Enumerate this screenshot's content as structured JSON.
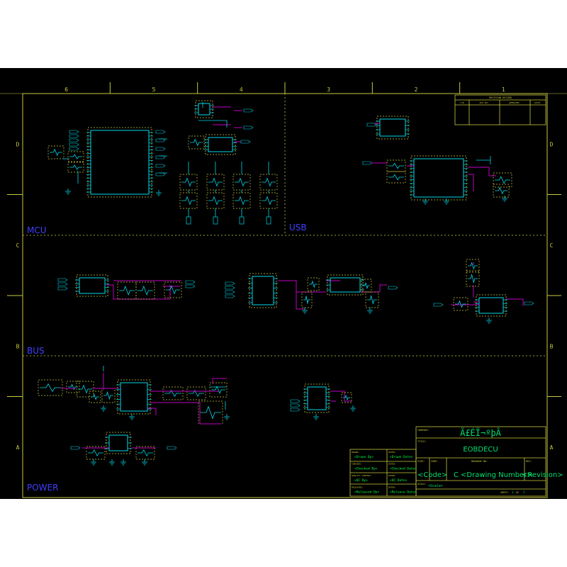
{
  "colors": {
    "background": "#000000",
    "frame": "#c8c840",
    "component": "#00d8e8",
    "wire": "#c000c0",
    "text_green": "#00ff40",
    "title_text": "#00e070",
    "divider": "#a0a030"
  },
  "sheet": {
    "col_zones": [
      "6",
      "5",
      "4",
      "3",
      "2",
      "1"
    ],
    "row_zones": [
      "D",
      "C",
      "B",
      "A"
    ],
    "sections": {
      "mcu": "MCU",
      "usb": "USB",
      "bus": "BUS",
      "power": "POWER"
    }
  },
  "revision": {
    "header": "REVISION RECORD",
    "columns": [
      "LTR",
      "ECO NO:",
      "APPROVED:",
      "DATE:"
    ]
  },
  "title_block": {
    "company_label": "COMPANY:",
    "company_value": "Ã£ÉÏ¬ºþÂ",
    "title_label": "TITLE:",
    "title_value": "EOBDECU",
    "size_label": "SIZE:",
    "code_label": "CODE:",
    "drawing_no_label": "DRAWING NO:",
    "rev_label": "REV:",
    "code_value": "<Code>",
    "size_value": "C",
    "drawing_number_value": "<Drawing Number>",
    "revision_value": "<Revision>",
    "scale_label": "SCALE:",
    "scale_value": "<Scale>",
    "sheet_label": "SHEET:",
    "sheet_value": "1",
    "of_label": "OF",
    "of_value": "1",
    "rows": [
      {
        "left_label": "DRAWN:",
        "left_value": "<Drawn By>",
        "right_label": "DATED:",
        "right_value": "<Drawn Date>"
      },
      {
        "left_label": "CHECKED:",
        "left_value": "<Checked By>",
        "right_label": "DATED:",
        "right_value": "<Checked Date>"
      },
      {
        "left_label": "QUALITY CONTROL:",
        "left_value": "<QC By>",
        "right_label": "DATED:",
        "right_value": "<QC Date>"
      },
      {
        "left_label": "RELEASED:",
        "left_value": "<Released By>",
        "right_label": "DATED:",
        "right_value": "<Release Date>"
      }
    ]
  }
}
